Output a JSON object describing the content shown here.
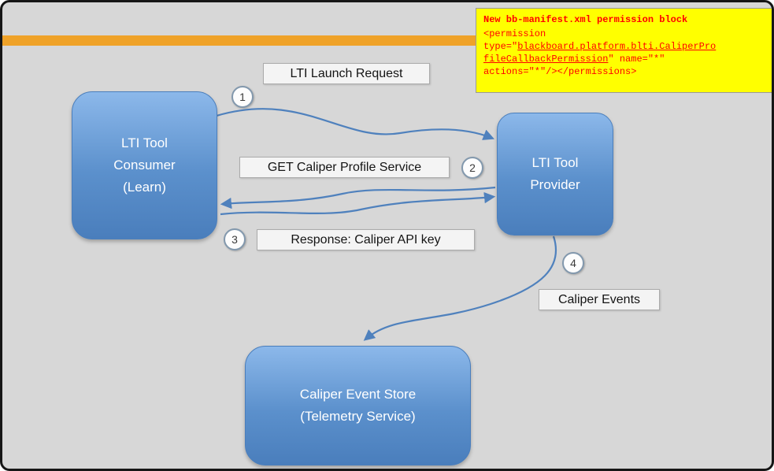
{
  "colors": {
    "background": "#d7d7d7",
    "accent_bar": "#efa228",
    "node_fill_top": "#8cb8ea",
    "node_fill_bottom": "#4a7ebc",
    "arrow": "#4f81bd",
    "note_bg": "#ffff00",
    "note_text": "#ff0000"
  },
  "note": {
    "title": "New bb-manifest.xml permission block",
    "code_line1": "<permission",
    "code_line2_prefix": "type=\"",
    "code_line2_link": "blackboard.platform.blti.CaliperPro",
    "code_line3_link": "fileCallbackPermission",
    "code_line3_suffix": "\" name=\"*\"",
    "code_line4": "actions=\"*\"/></permissions>"
  },
  "nodes": {
    "consumer": {
      "lines": [
        "LTI Tool",
        "Consumer",
        "(Learn)"
      ]
    },
    "provider": {
      "lines": [
        "LTI Tool",
        "Provider"
      ]
    },
    "event_store": {
      "lines": [
        "Caliper Event Store",
        "(Telemetry Service)"
      ]
    }
  },
  "flow_labels": {
    "step1": "LTI Launch Request",
    "step2": "GET Caliper Profile Service",
    "step3": "Response: Caliper API key",
    "step4": "Caliper Events"
  },
  "step_numbers": {
    "one": "1",
    "two": "2",
    "three": "3",
    "four": "4"
  }
}
